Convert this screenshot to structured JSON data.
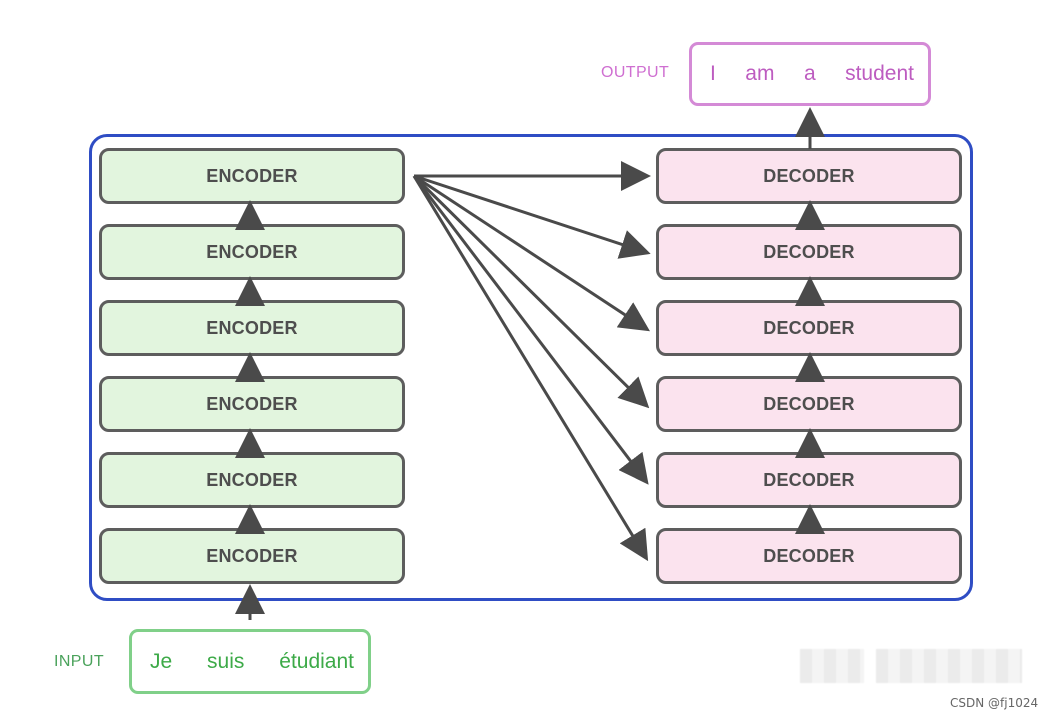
{
  "labels": {
    "input": "INPUT",
    "output": "OUTPUT"
  },
  "input_words": [
    "Je",
    "suis",
    "étudiant"
  ],
  "output_words": [
    "I",
    "am",
    "a",
    "student"
  ],
  "encoders": [
    "ENCODER",
    "ENCODER",
    "ENCODER",
    "ENCODER",
    "ENCODER",
    "ENCODER"
  ],
  "decoders": [
    "DECODER",
    "DECODER",
    "DECODER",
    "DECODER",
    "DECODER",
    "DECODER"
  ],
  "watermark": "CSDN @fj1024",
  "colors": {
    "container_border": "#2f4dc4",
    "encoder_fill": "#e2f5de",
    "decoder_fill": "#fbe3ee",
    "block_border": "#5d5d5d",
    "input_green": "#3daa48",
    "output_purple": "#bd5cc0",
    "arrow": "#4a4a4a"
  }
}
